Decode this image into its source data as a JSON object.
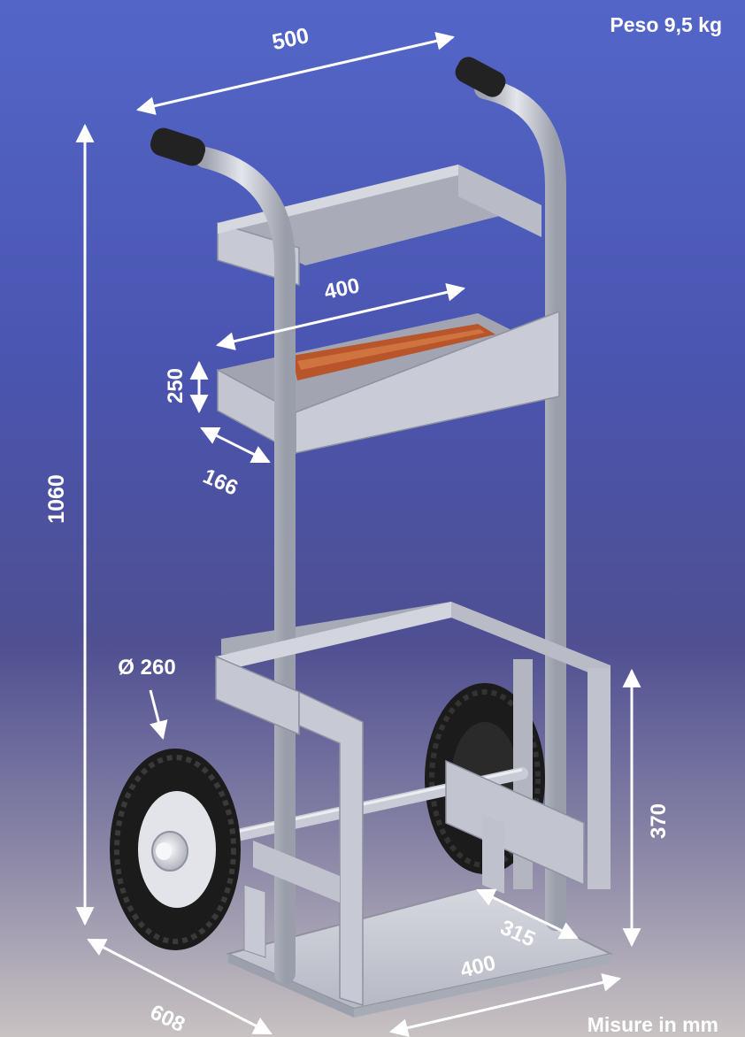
{
  "header": {
    "weight_label": "Peso 9,5 kg"
  },
  "footer": {
    "units_label": "Misure in mm"
  },
  "dimensions": {
    "handle_width": "500",
    "total_height": "1060",
    "tray_length": "400",
    "tray_height": "250",
    "tray_depth": "166",
    "wheel_diameter": "Ø 260",
    "base_height": "370",
    "base_depth": "315",
    "base_width": "400",
    "overall_depth": "608"
  },
  "colors": {
    "background_top": "#4f63c4",
    "background_mid": "#4a4f9a",
    "background_bottom": "#c3bfc0",
    "frame": "#c5c8d3",
    "tyre": "#1b1b1b",
    "grip": "#222222",
    "tray_contents": "#b8552a"
  }
}
